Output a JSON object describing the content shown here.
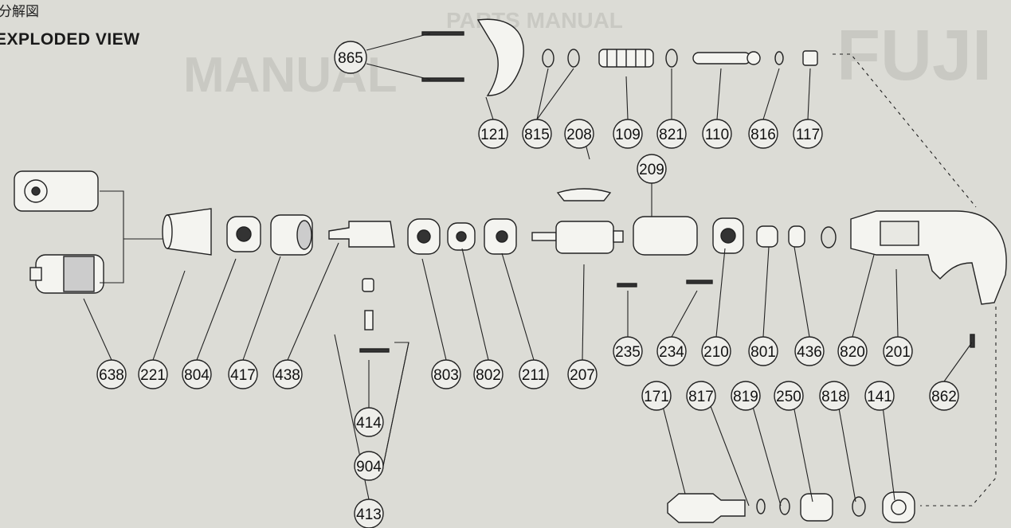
{
  "title": {
    "jp": "分解図",
    "en": "EXPLODED VIEW"
  },
  "watermark": {
    "brand": "FUJI",
    "manual": "MANUAL",
    "parts": "PARTS MANUAL"
  },
  "colors": {
    "background": "#dcdcd6",
    "line": "#222222",
    "part_fill": "#f4f4f0",
    "watermark": "#c9c9c3"
  },
  "labels": [
    "865",
    "121",
    "815",
    "208",
    "109",
    "821",
    "110",
    "816",
    "117",
    "209",
    "638",
    "221",
    "804",
    "417",
    "438",
    "413",
    "414",
    "904",
    "803",
    "802",
    "211",
    "207",
    "235",
    "234",
    "210",
    "801",
    "436",
    "820",
    "201",
    "862",
    "171",
    "817",
    "819",
    "250",
    "818",
    "141"
  ]
}
